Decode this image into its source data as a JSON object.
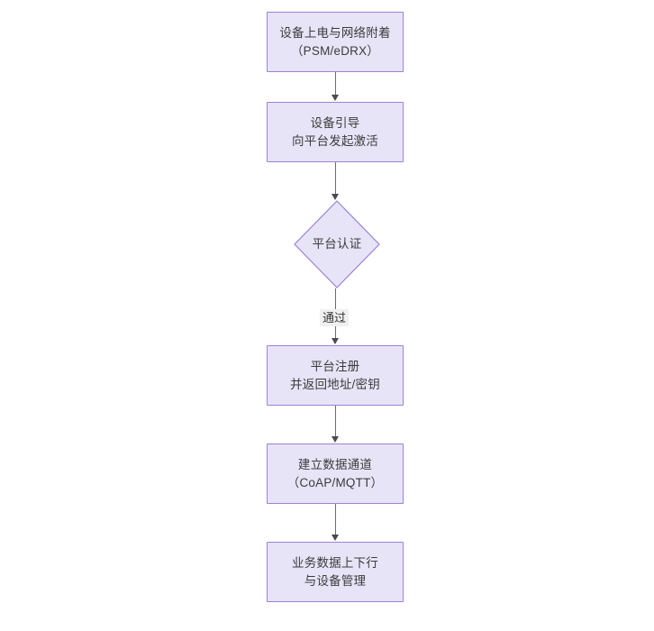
{
  "diagram": {
    "type": "flowchart",
    "orientation": "top-to-bottom",
    "background_color": "#ffffff",
    "node_fill_color": "#e8e4f8",
    "node_border_color": "#9d82d6",
    "connector_color": "#6b6b70",
    "text_color": "#3b3b3b",
    "nodes": [
      {
        "id": "power-on",
        "shape": "rectangle",
        "line1": "设备上电与网络附着",
        "line2": "（PSM/eDRX）",
        "text": "设备上电与网络附着\n（PSM/eDRX）"
      },
      {
        "id": "bootstrap",
        "shape": "rectangle",
        "line1": "设备引导",
        "line2": "向平台发起激活",
        "text": "设备引导\n向平台发起激活"
      },
      {
        "id": "platform-auth",
        "shape": "diamond",
        "line1": "平台认证",
        "line2": "",
        "text": "平台认证"
      },
      {
        "id": "platform-register",
        "shape": "rectangle",
        "line1": "平台注册",
        "line2": "并返回地址/密钥",
        "text": "平台注册\n并返回地址/密钥"
      },
      {
        "id": "data-channel",
        "shape": "rectangle",
        "line1": "建立数据通道",
        "line2": "（CoAP/MQTT）",
        "text": "建立数据通道\n（CoAP/MQTT）"
      },
      {
        "id": "business-data",
        "shape": "rectangle",
        "line1": "业务数据上下行",
        "line2": "与设备管理",
        "text": "业务数据上下行\n与设备管理"
      }
    ],
    "edges": [
      {
        "id": "e1",
        "from": "power-on",
        "to": "bootstrap",
        "label": ""
      },
      {
        "id": "e2",
        "from": "bootstrap",
        "to": "platform-auth",
        "label": ""
      },
      {
        "id": "e3",
        "from": "platform-auth",
        "to": "platform-register",
        "label": "通过"
      },
      {
        "id": "e4",
        "from": "platform-register",
        "to": "data-channel",
        "label": ""
      },
      {
        "id": "e5",
        "from": "data-channel",
        "to": "business-data",
        "label": ""
      }
    ]
  }
}
